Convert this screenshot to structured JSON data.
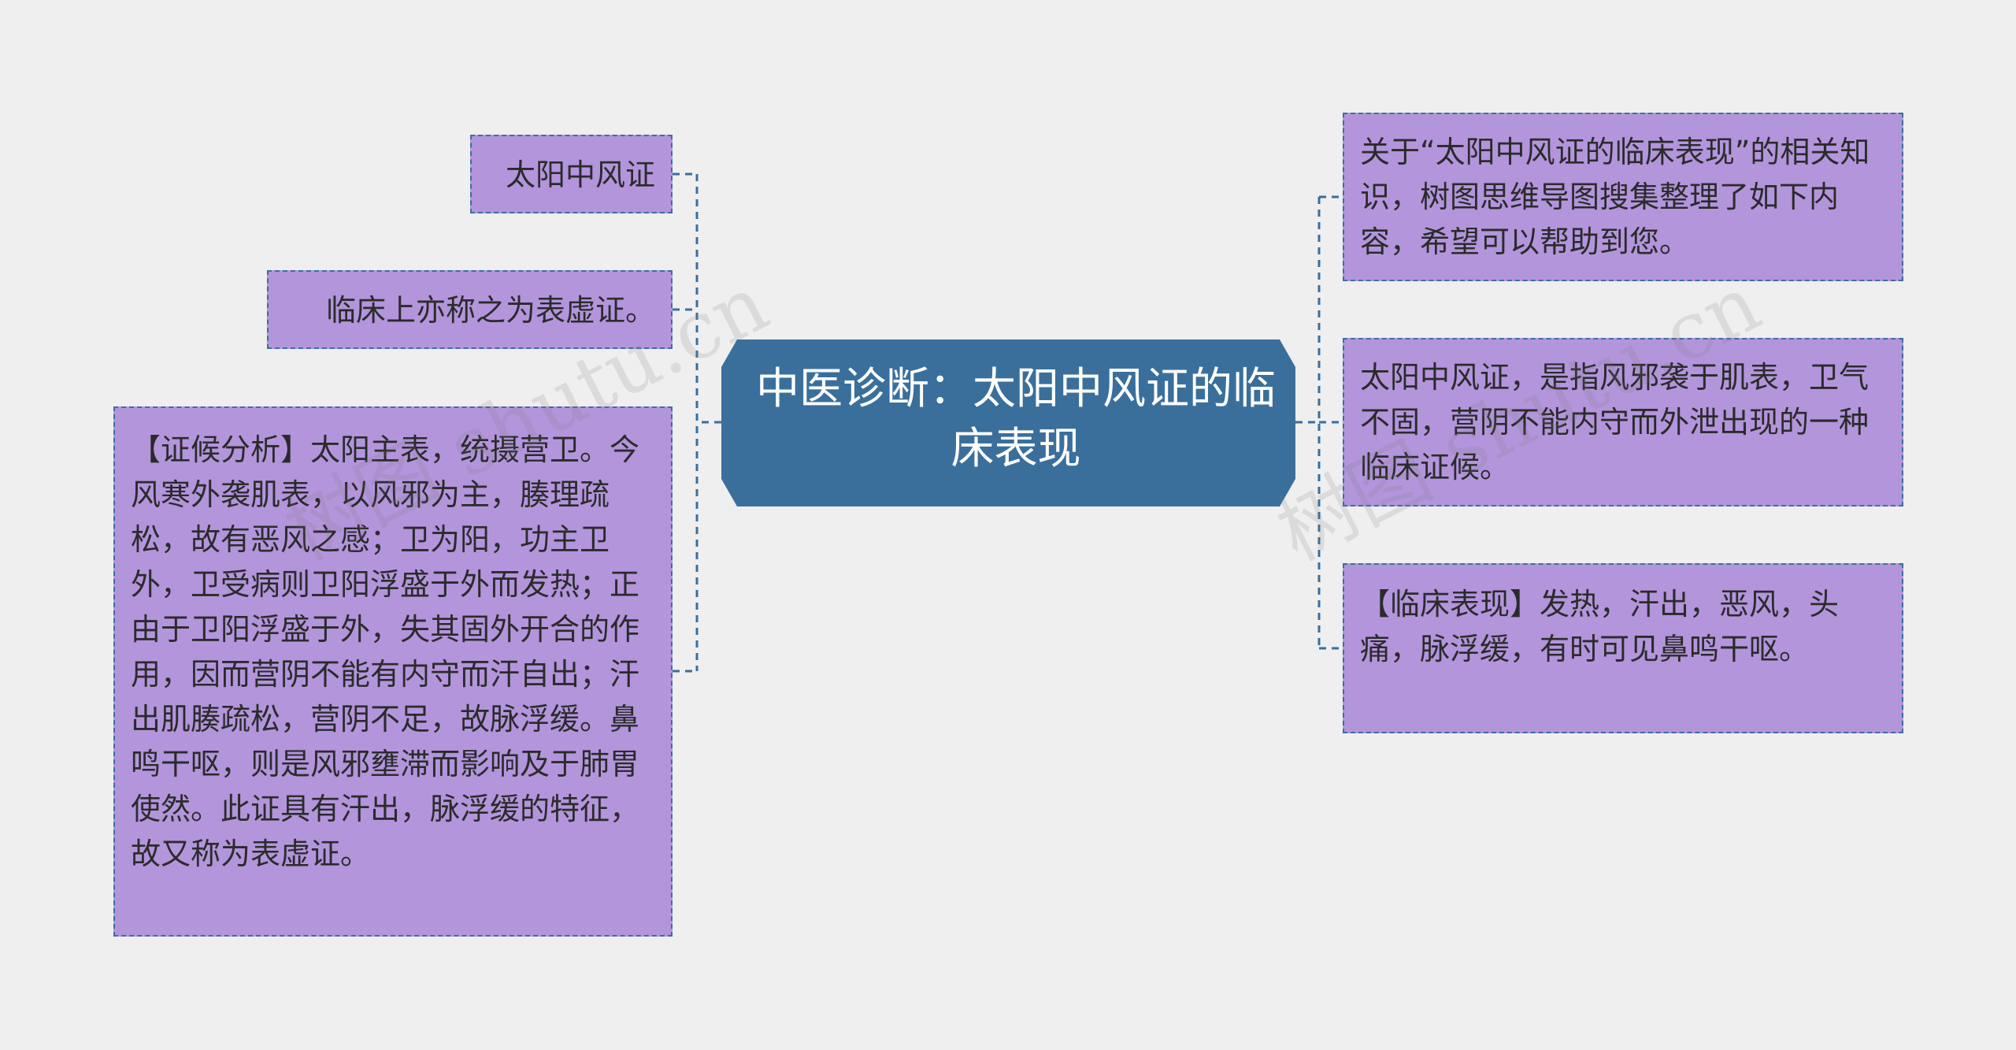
{
  "center": {
    "title": "中医诊断：太阳中风证的临床表现"
  },
  "left_nodes": [
    {
      "text": "太阳中风证"
    },
    {
      "text": "临床上亦称之为表虚证。"
    },
    {
      "text": "【证候分析】太阳主表，统摄营卫。今风寒外袭肌表，以风邪为主，腠理疏松，故有恶风之感；卫为阳，功主卫外，卫受病则卫阳浮盛于外而发热；正由于卫阳浮盛于外，失其固外开合的作用，因而营阴不能有内守而汗自出；汗出肌腠疏松，营阴不足，故脉浮缓。鼻鸣干呕，则是风邪壅滞而影响及于肺胃使然。此证具有汗出，脉浮缓的特征，故又称为表虚证。"
    }
  ],
  "right_nodes": [
    {
      "text": "关于“太阳中风证的临床表现”的相关知识，树图思维导图搜集整理了如下内容，希望可以帮助到您。"
    },
    {
      "text": "太阳中风证，是指风邪袭于肌表，卫气不固，营阴不能内守而外泄出现的一种临床证候。"
    },
    {
      "text": "【临床表现】发热，汗出，恶风，头痛，脉浮缓，有时可见鼻鸣干呕。"
    }
  ],
  "watermark": "树图 shutu.cn",
  "colors": {
    "background": "#efefef",
    "center_fill": "#3a6f9c",
    "node_fill": "#b395dc",
    "connector": "#3a6f9c",
    "text": "#2b2b2b"
  }
}
